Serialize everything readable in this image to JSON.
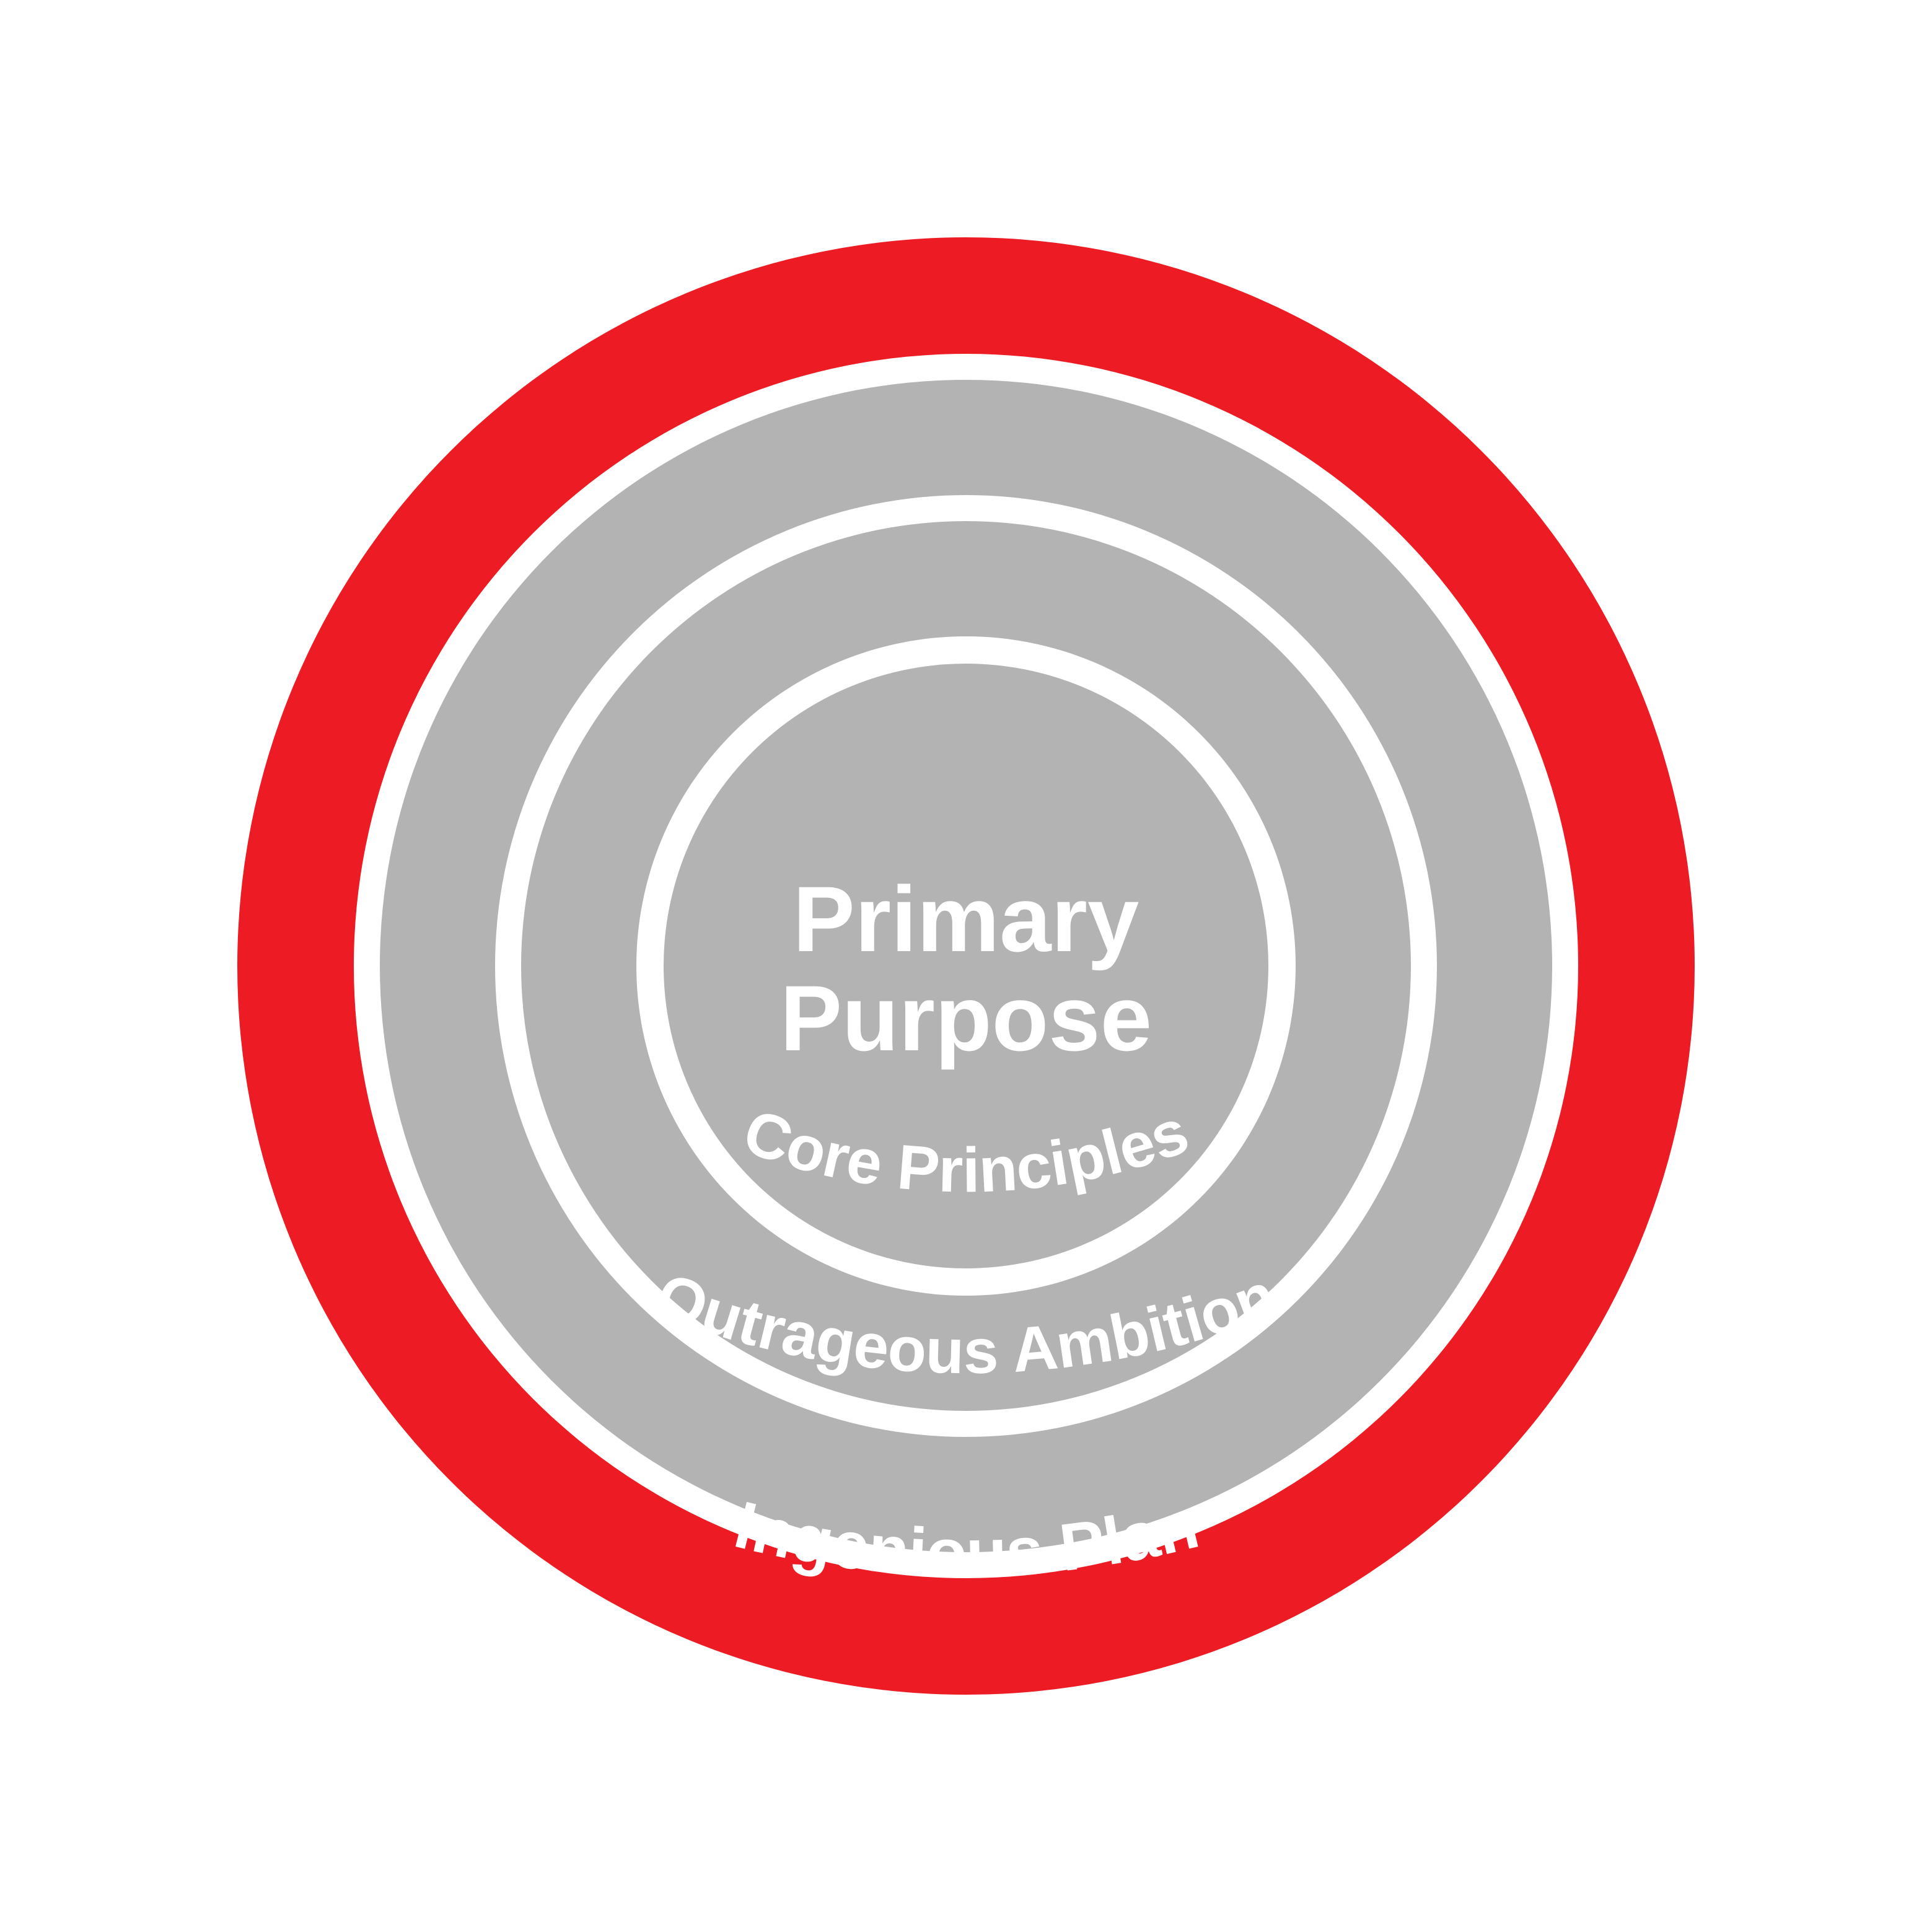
{
  "colors": {
    "outer_ring": "#ed1c24",
    "inner_rings": "#b3b3b3",
    "separator": "#ffffff",
    "text": "#ffffff"
  },
  "center": {
    "line1": "Primary",
    "line2": "Purpose"
  },
  "rings": {
    "core": "Core Principles",
    "ambition": "Outrageous Ambition",
    "plan": "Ingenious Plan"
  }
}
